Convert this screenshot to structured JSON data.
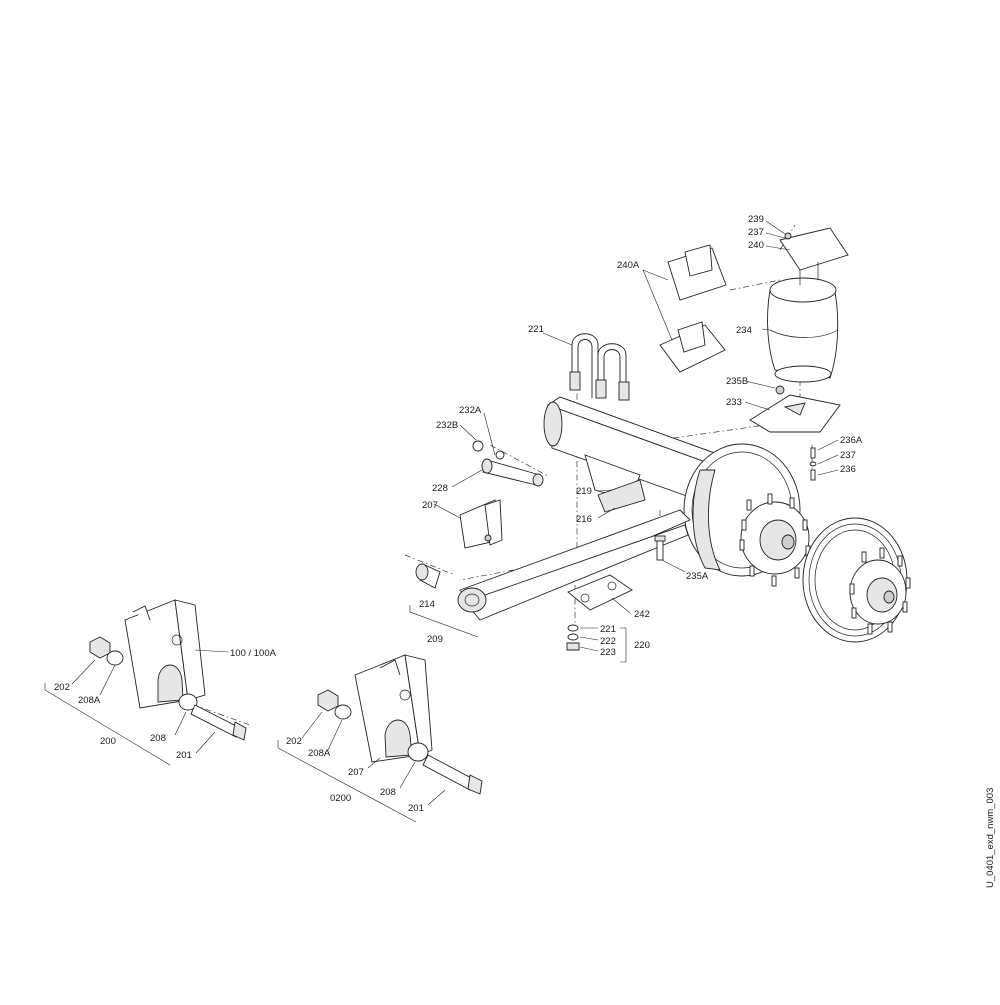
{
  "drawing_id": "U_0401_exd_nwm_003",
  "callouts": {
    "c239": "239",
    "c237_top": "237",
    "c240": "240",
    "c240A": "240A",
    "c221_top": "221",
    "c234": "234",
    "c235B": "235B",
    "c233": "233",
    "c232A": "232A",
    "c232B": "232B",
    "c236A": "236A",
    "c237_mid": "237",
    "c236": "236",
    "c228": "228",
    "c219": "219",
    "c207_top": "207",
    "c216": "216",
    "c235A": "235A",
    "c214": "214",
    "c242": "242",
    "c209": "209",
    "c221_bot": "221",
    "c222": "222",
    "c220": "220",
    "c223": "223",
    "c100": "100 / 100A",
    "c202_left": "202",
    "c208A_left": "208A",
    "c208_left": "208",
    "c200": "200",
    "c201_left": "201",
    "c202_mid": "202",
    "c208A_mid": "208A",
    "c207_bot": "207",
    "c0200": "0200",
    "c208_mid": "208",
    "c201_mid": "201"
  }
}
